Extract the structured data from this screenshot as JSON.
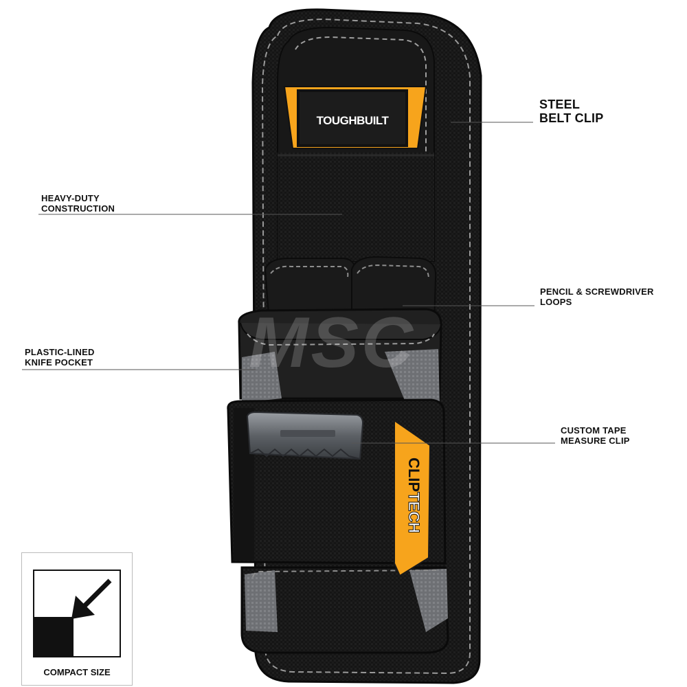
{
  "brand": {
    "logo_text": "TOUGHBUILT",
    "clip_text_1": "CLIP",
    "clip_text_2": "TECH"
  },
  "watermark": "MSC",
  "callouts": {
    "steel_belt_clip": [
      "STEEL",
      "BELT CLIP"
    ],
    "heavy_duty": [
      "HEAVY-DUTY",
      "CONSTRUCTION"
    ],
    "pencil_loops": [
      "PENCIL & SCREWDRIVER",
      "LOOPS"
    ],
    "knife_pocket": [
      "PLASTIC-LINED",
      "KNIFE POCKET"
    ],
    "tape_clip": [
      "CUSTOM TAPE",
      "MEASURE CLIP"
    ]
  },
  "compact": {
    "label": "COMPACT SIZE"
  },
  "colors": {
    "pouch_black": "#121212",
    "pouch_grey": "#7a7c80",
    "accent_orange": "#f7a41c",
    "stitch": "#9a9a9a",
    "clip_metal": "#6f7378"
  }
}
